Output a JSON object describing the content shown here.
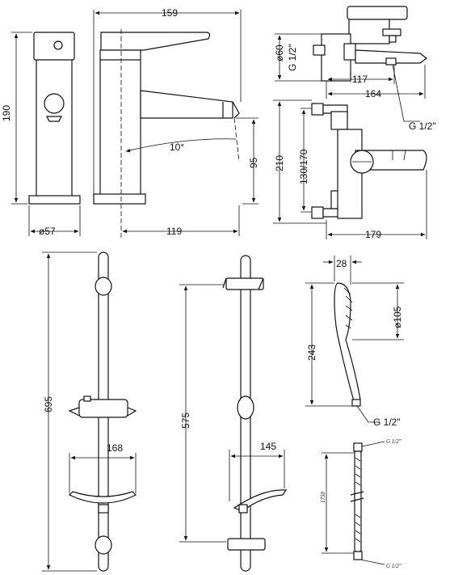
{
  "faucet": {
    "width": "159",
    "height": "190",
    "base": "ø57",
    "reach": "119",
    "angle": "10°",
    "spout_height": "95"
  },
  "bath_mixer": {
    "diameter": "ø60",
    "thread_top": "G 1/2\"",
    "depth_a": "117",
    "depth_b": "164",
    "outlet": "G 1/2\"",
    "height": "210",
    "centres": "130/170",
    "width": "179"
  },
  "hand_shower": {
    "width": "28",
    "head": "ø105",
    "length": "243",
    "thread": "G 1/2\""
  },
  "rail_tall": {
    "height": "695",
    "dish": "168"
  },
  "rail_short": {
    "height": "575",
    "dish": "145"
  },
  "hose": {
    "top": "G 1/2\"",
    "length": "1750",
    "bottom": "G 1/2\""
  }
}
